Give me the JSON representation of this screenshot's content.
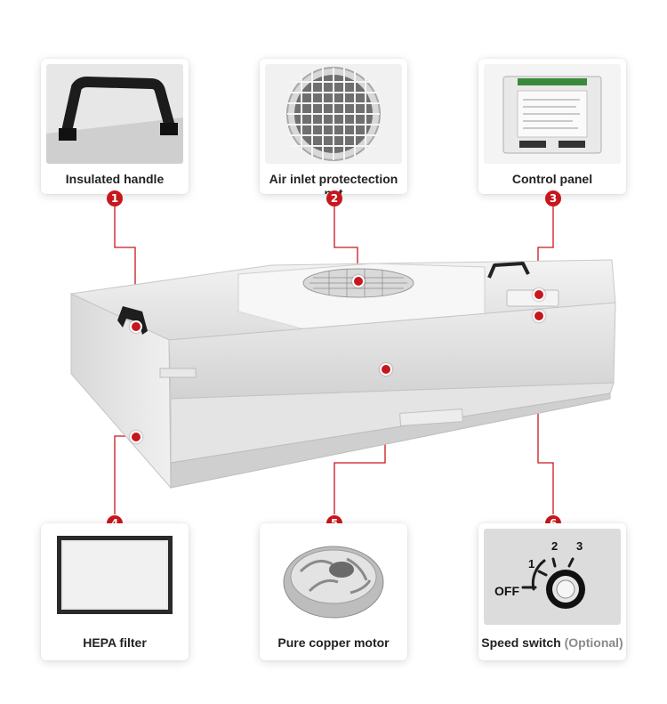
{
  "callouts": [
    {
      "number": "1",
      "label": "Insulated handle"
    },
    {
      "number": "2",
      "label": "Air inlet protectection net"
    },
    {
      "number": "3",
      "label": "Control panel"
    },
    {
      "number": "4",
      "label": "HEPA filter"
    },
    {
      "number": "5",
      "label": "Pure copper motor"
    },
    {
      "number": "6",
      "label": "Speed switch",
      "suffix": "(Optional)"
    }
  ],
  "speed_dial": {
    "off": "OFF",
    "levels": [
      "1",
      "2",
      "3"
    ]
  },
  "colors": {
    "accent": "#c8161d",
    "connector": "#c8161d",
    "unit": "#e6e6e6"
  },
  "icons": [
    "handle-icon",
    "fan-grille-icon",
    "control-board-icon",
    "hepa-filter-icon",
    "motor-impeller-icon",
    "speed-knob-icon"
  ]
}
